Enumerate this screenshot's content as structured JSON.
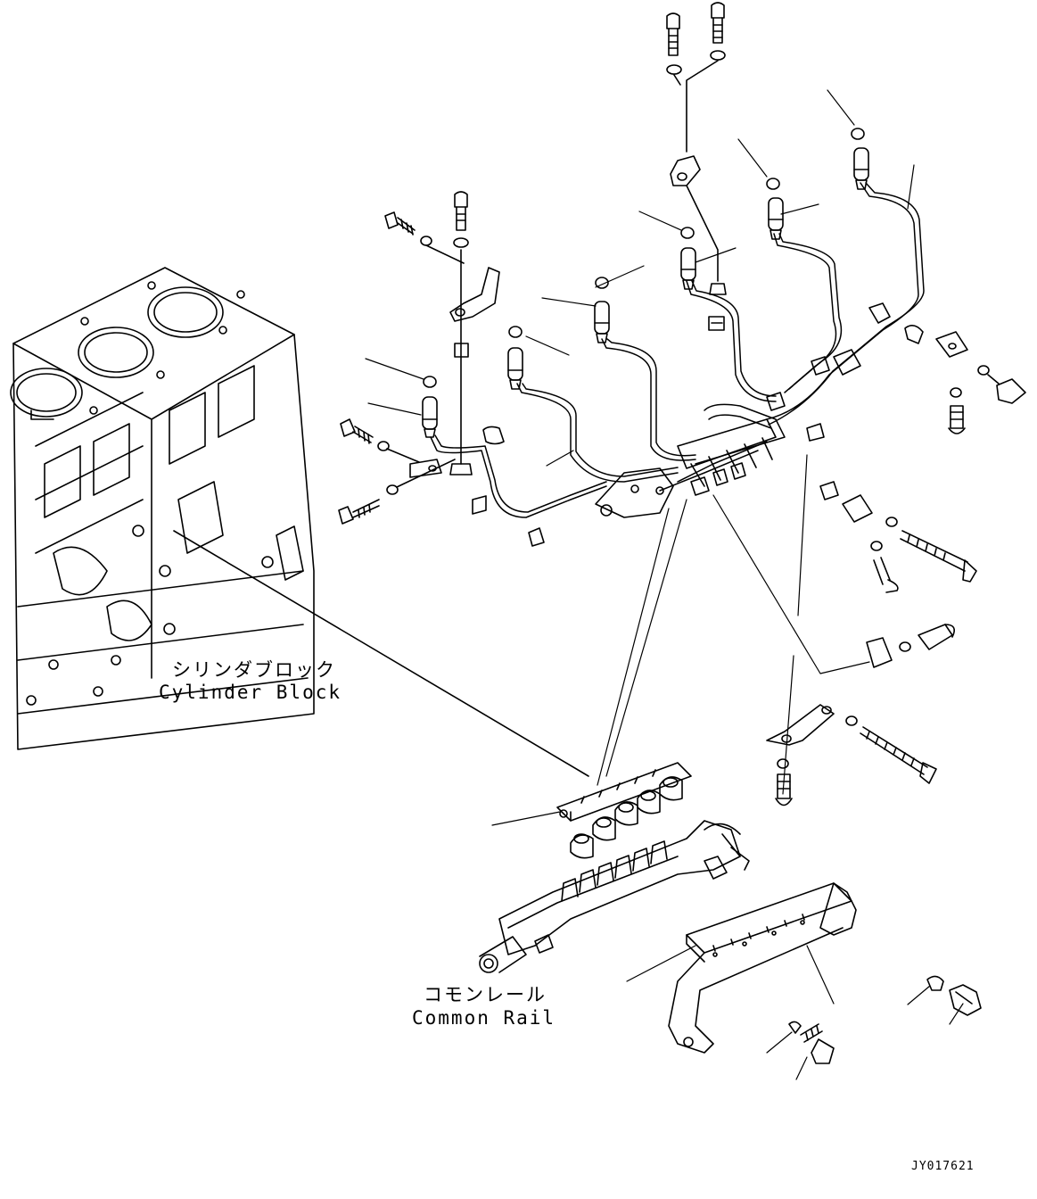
{
  "labels": {
    "cylinder_block_jp": "シリンダブロック",
    "cylinder_block_en": "Cylinder Block",
    "common_rail_jp": "コモンレール",
    "common_rail_en": "Common Rail"
  },
  "drawing_code": "JY017621"
}
